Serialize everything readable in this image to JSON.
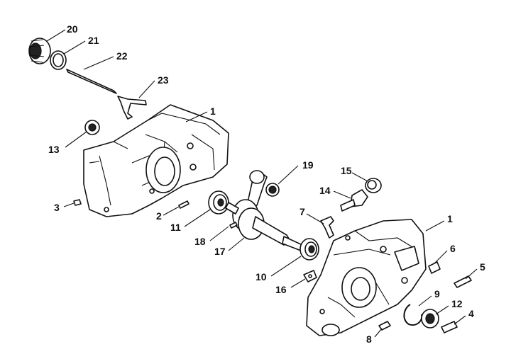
{
  "labels": [
    "20",
    "21",
    "22",
    "23",
    "1",
    "13",
    "19",
    "15",
    "14",
    "3",
    "2",
    "7",
    "11",
    "18",
    "17",
    "1",
    "6",
    "5",
    "10",
    "16",
    "9",
    "12",
    "4",
    "8"
  ]
}
